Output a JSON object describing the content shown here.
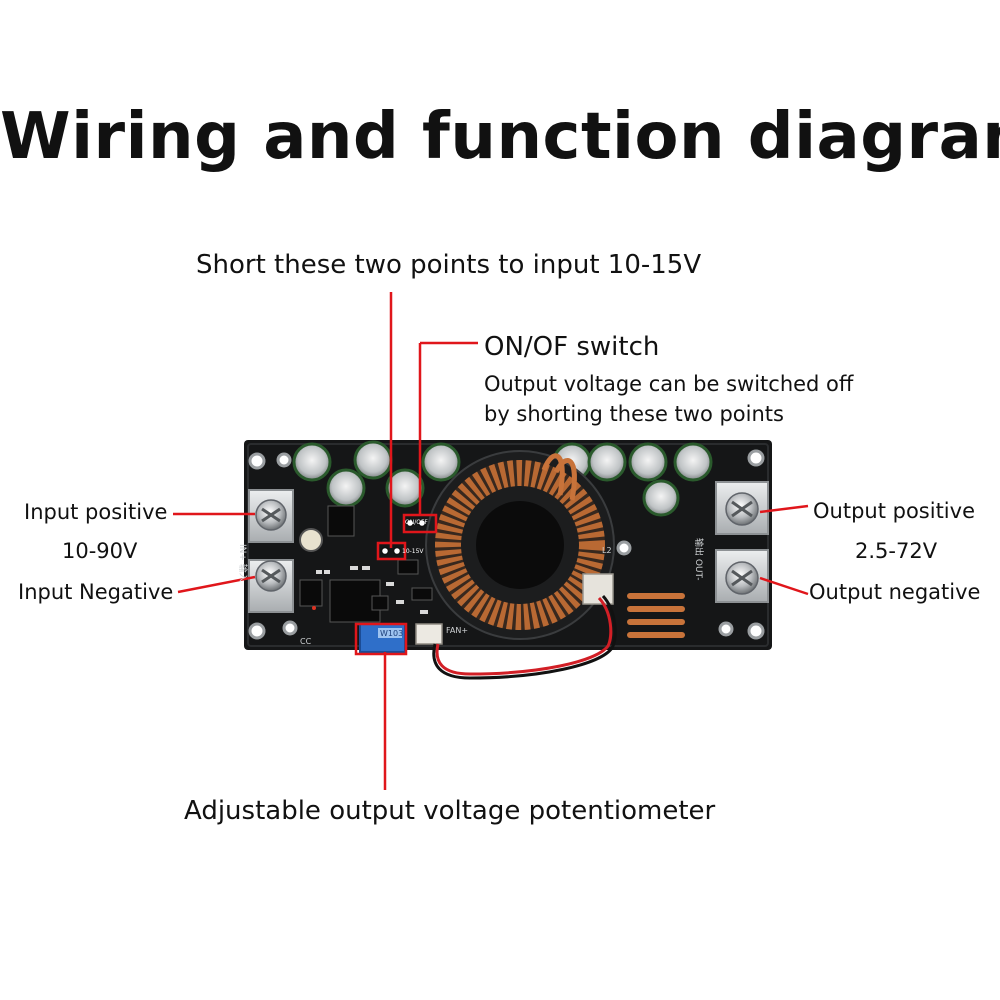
{
  "title": "Wiring and function diagram",
  "labels": {
    "short_points": "Short these two points to input 10-15V",
    "onoff_title": "ON/OF switch",
    "onoff_desc_1": "Output voltage can be switched off",
    "onoff_desc_2": "by shorting these two points",
    "input_positive": "Input positive",
    "input_range": "10-90V",
    "input_negative": "Input Negative",
    "output_positive": "Output positive",
    "output_range": "2.5-72V",
    "output_negative": "Output negative",
    "potentiometer": "Adjustable output voltage potentiometer"
  },
  "board": {
    "silk_input": "IN+ 输入",
    "silk_output": "输出 OUT-",
    "silk_switch": "ON/OFF",
    "silk_short": "10-15V",
    "silk_fan": "FAN+",
    "silk_cc": "CC",
    "silk_l2": "L2",
    "pot_code": "W103"
  },
  "colors": {
    "annotation": "#e0161b",
    "pcb": "#151617",
    "copper": "#c8733a",
    "terminal": "#d4d6d8"
  }
}
